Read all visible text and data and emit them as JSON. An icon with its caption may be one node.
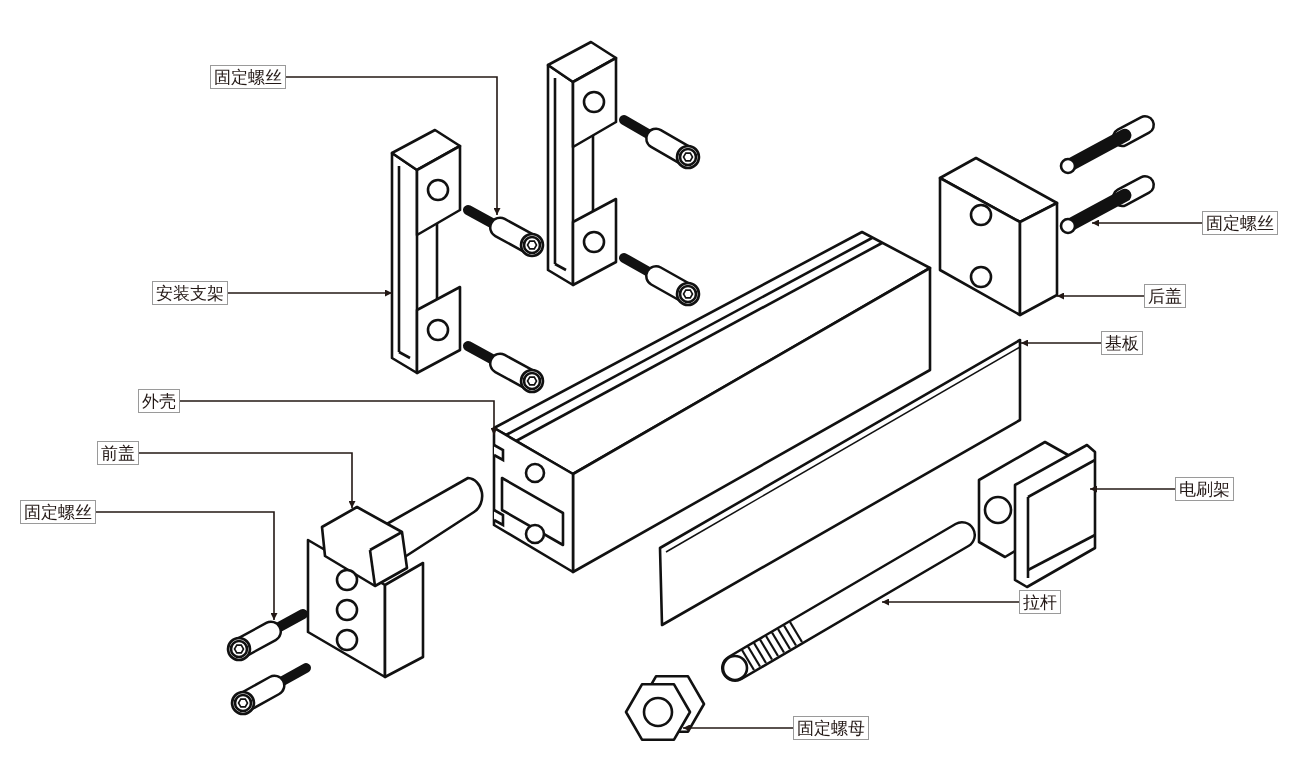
{
  "diagram": {
    "nodes": [
      {
        "text": [
          "固定螺丝"
        ]
      },
      {
        "text": [
          "安装支架"
        ]
      },
      {
        "text": [
          "外壳"
        ]
      },
      {
        "text": [
          "前盖"
        ]
      },
      {
        "text": [
          "固定螺丝"
        ]
      },
      {
        "text": [
          "固定螺丝"
        ]
      },
      {
        "text": [
          "后盖"
        ]
      },
      {
        "text": [
          "基板"
        ]
      },
      {
        "text": [
          "电刷架"
        ]
      },
      {
        "text": [
          "拉杆"
        ]
      },
      {
        "text": [
          "固定螺母"
        ]
      },
      {
        "text": [],
        "shape": "picture"
      },
      {
        "text": [],
        "shape": "picture"
      },
      {
        "text": [],
        "shape": "picture"
      },
      {
        "text": [],
        "shape": "picture"
      },
      {
        "text": [],
        "shape": "picture"
      },
      {
        "text": [],
        "shape": "picture"
      },
      {
        "text": [],
        "shape": "picture"
      },
      {
        "text": [],
        "shape": "picture"
      },
      {
        "text": [],
        "shape": "picture"
      },
      {
        "text": [],
        "shape": "picture"
      },
      {
        "text": [],
        "shape": "picture"
      }
    ],
    "edges": [
      {
        "from": 0,
        "to": 11,
        "arrow": "to"
      },
      {
        "from": 1,
        "to": 12,
        "arrow": "to"
      },
      {
        "from": 2,
        "to": 13,
        "arrow": "to"
      },
      {
        "from": 3,
        "to": 14,
        "arrow": "to"
      },
      {
        "from": 4,
        "to": 15,
        "arrow": "to"
      },
      {
        "from": 5,
        "to": 16,
        "arrow": "to"
      },
      {
        "from": 6,
        "to": 17,
        "arrow": "to"
      },
      {
        "from": 7,
        "to": 18,
        "arrow": "to"
      },
      {
        "from": 8,
        "to": 19,
        "arrow": "to"
      },
      {
        "from": 9,
        "to": 20,
        "arrow": "to"
      },
      {
        "from": 10,
        "to": 21,
        "arrow": "to"
      }
    ]
  }
}
